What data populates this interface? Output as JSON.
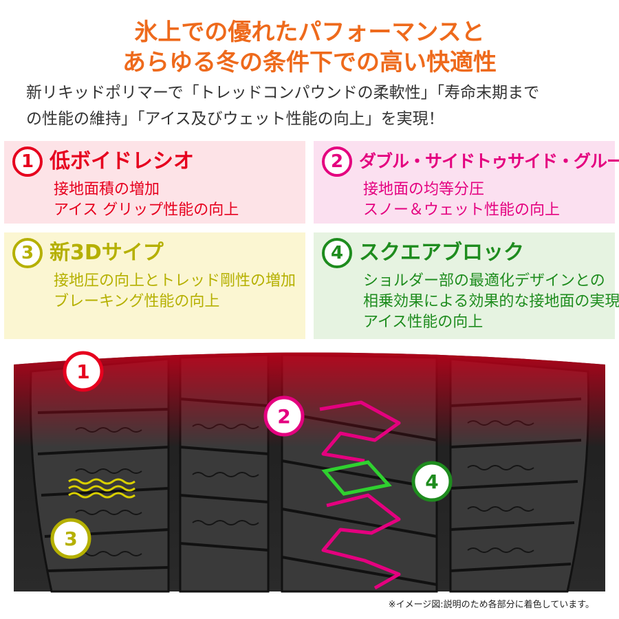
{
  "headline": {
    "line1": "氷上での優れたパフォーマンスと",
    "line2": "あらゆる冬の条件下での高い快適性"
  },
  "intro": {
    "line1": "新リキッドポリマーで「トレッドコンパウンドの柔軟性」「寿命末期まで",
    "line2": "の性能の維持」「アイス及びウェット性能の向上」を実現！"
  },
  "features": [
    {
      "number": "1",
      "title": "低ボイドレシオ",
      "lines": [
        "接地面積の増加",
        "アイス グリップ性能の向上"
      ],
      "color": "#e6001e",
      "bg": "#fde3e7"
    },
    {
      "number": "2",
      "title": "ダブル・サイドトゥサイド・グルーブ",
      "lines": [
        "接地面の均等分圧",
        "スノー＆ウェット性能の向上"
      ],
      "color": "#e4007f",
      "bg": "#fbe0f0"
    },
    {
      "number": "3",
      "title": "新3Dサイプ",
      "lines": [
        "接地圧の向上とトレッド剛性の増加",
        "ブレーキング性能の向上"
      ],
      "color": "#b5b000",
      "bg": "#fbf6d2"
    },
    {
      "number": "4",
      "title": "スクエアブロック",
      "lines": [
        "ショルダー部の最適化デザインとの",
        "相乗効果による効果的な接地面の実現",
        "アイス性能の向上"
      ],
      "color": "#1e8c1e",
      "bg": "#e6f3e1"
    }
  ],
  "tire_markers": [
    "1",
    "2",
    "3",
    "4"
  ],
  "footnote": "※イメージ図:説明のため各部分に着色しています。"
}
